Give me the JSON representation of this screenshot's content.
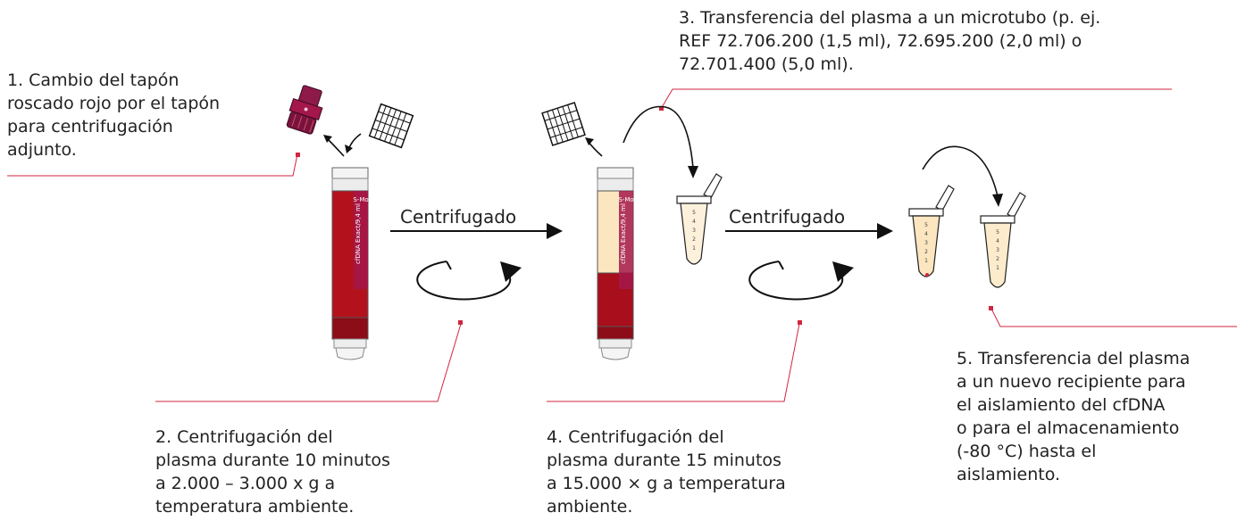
{
  "steps": [
    {
      "lines": [
        "1. Cambio del tapón",
        "roscado rojo por el tapón",
        "para centrifugación",
        "adjunto."
      ]
    },
    {
      "lines": [
        "2. Centrifugación del",
        "plasma durante 10 minutos",
        "a 2.000 – 3.000 x g a",
        "temperatura ambiente."
      ]
    },
    {
      "lines": [
        "3. Transferencia del plasma a un microtubo (p. ej.",
        "REF 72.706.200 (1,5 ml), 72.695.200 (2,0 ml) o",
        "72.701.400 (5,0 ml)."
      ]
    },
    {
      "lines": [
        "4. Centrifugación del",
        "plasma durante 15 minutos",
        "a 15.000 × g a temperatura",
        "ambiente."
      ]
    },
    {
      "lines": [
        "5. Transferencia del plasma",
        "a un nuevo recipiente para",
        "el aislamiento del cfDNA",
        "o para el almacenamiento",
        "(-80 °C) hasta el",
        "aislamiento."
      ]
    }
  ],
  "arrows": {
    "centrifuge_1": "Centrifugado",
    "centrifuge_2": "Centrifugado"
  },
  "tube_label": {
    "brand": "S-Mo",
    "product": "cfDNA Exact/9,4 ml"
  },
  "microtube_scale": [
    "5",
    "4",
    "3",
    "2",
    "1"
  ],
  "colors": {
    "accent": "#d1263f",
    "blood": "#b3121d",
    "dark_blood": "#8c0c18",
    "plasma": "#fbe6c0",
    "cap": "#8e1a4b",
    "tube_label": "#a3174a"
  }
}
